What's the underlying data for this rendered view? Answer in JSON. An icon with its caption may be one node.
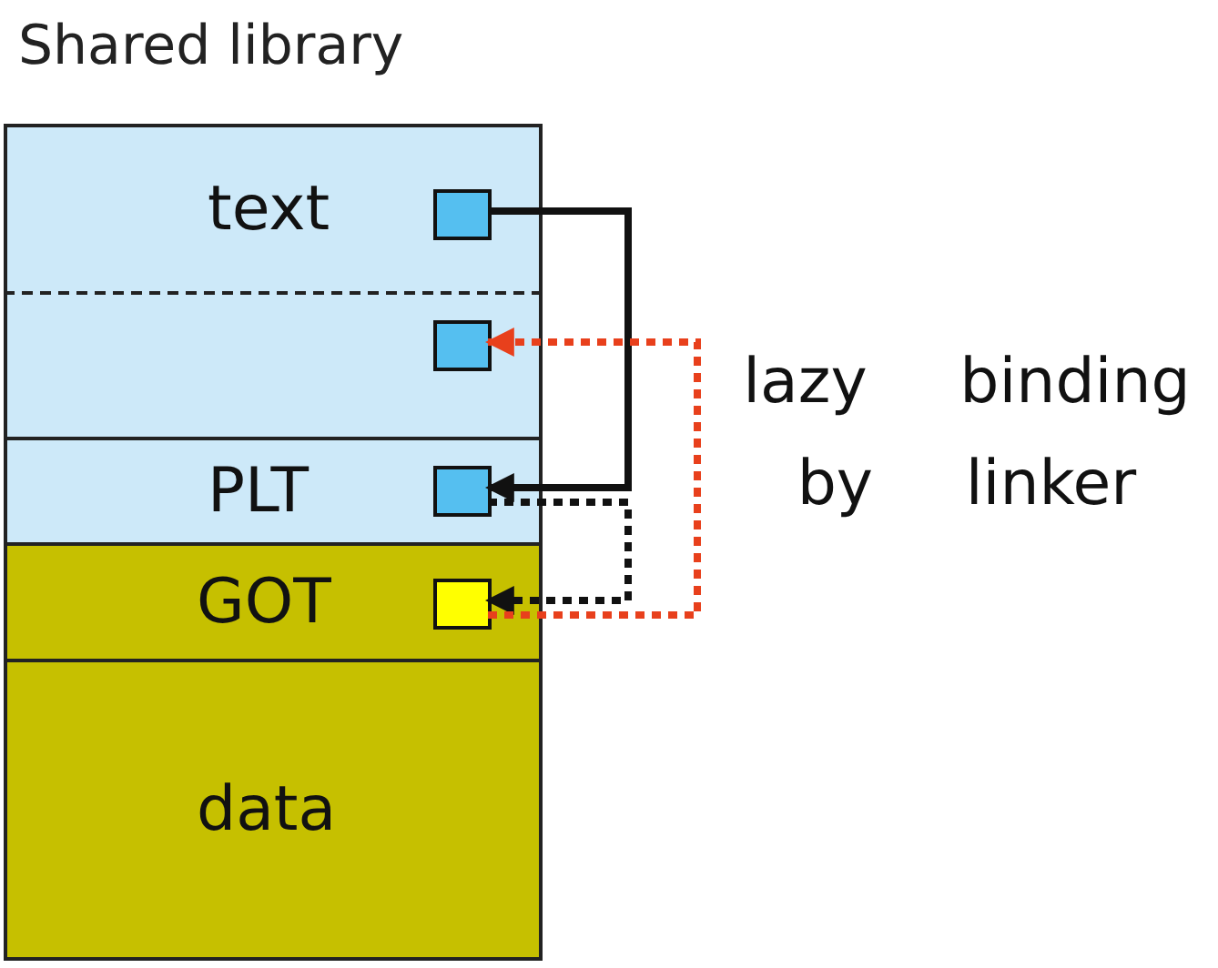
{
  "diagram": {
    "nodes": [
      {
        "text": [
          "Shared library"
        ]
      },
      {
        "text": [
          "text"
        ],
        "in": 0
      },
      {
        "text": [],
        "shape": "box",
        "in": 1
      },
      {
        "text": [],
        "shape": "box",
        "in": 0
      },
      {
        "text": [],
        "shape": "box",
        "in": 3
      },
      {
        "text": [
          "PLT"
        ],
        "in": 0
      },
      {
        "text": [],
        "shape": "box",
        "in": 5
      },
      {
        "text": [
          "GOT"
        ],
        "in": 0
      },
      {
        "text": [],
        "shape": "box",
        "in": 7
      },
      {
        "text": [
          "data"
        ],
        "in": 0
      }
    ],
    "edges": [
      {
        "from": 2,
        "to": 6,
        "arrow": "to"
      },
      {
        "from": 6,
        "to": 8,
        "arrow": "to",
        "style": "dashed"
      },
      {
        "from": 8,
        "to": 4,
        "arrow": "to",
        "style": "dashed",
        "color": "#e8401c"
      }
    ],
    "labels": [
      "lazy binding by linker"
    ]
  }
}
